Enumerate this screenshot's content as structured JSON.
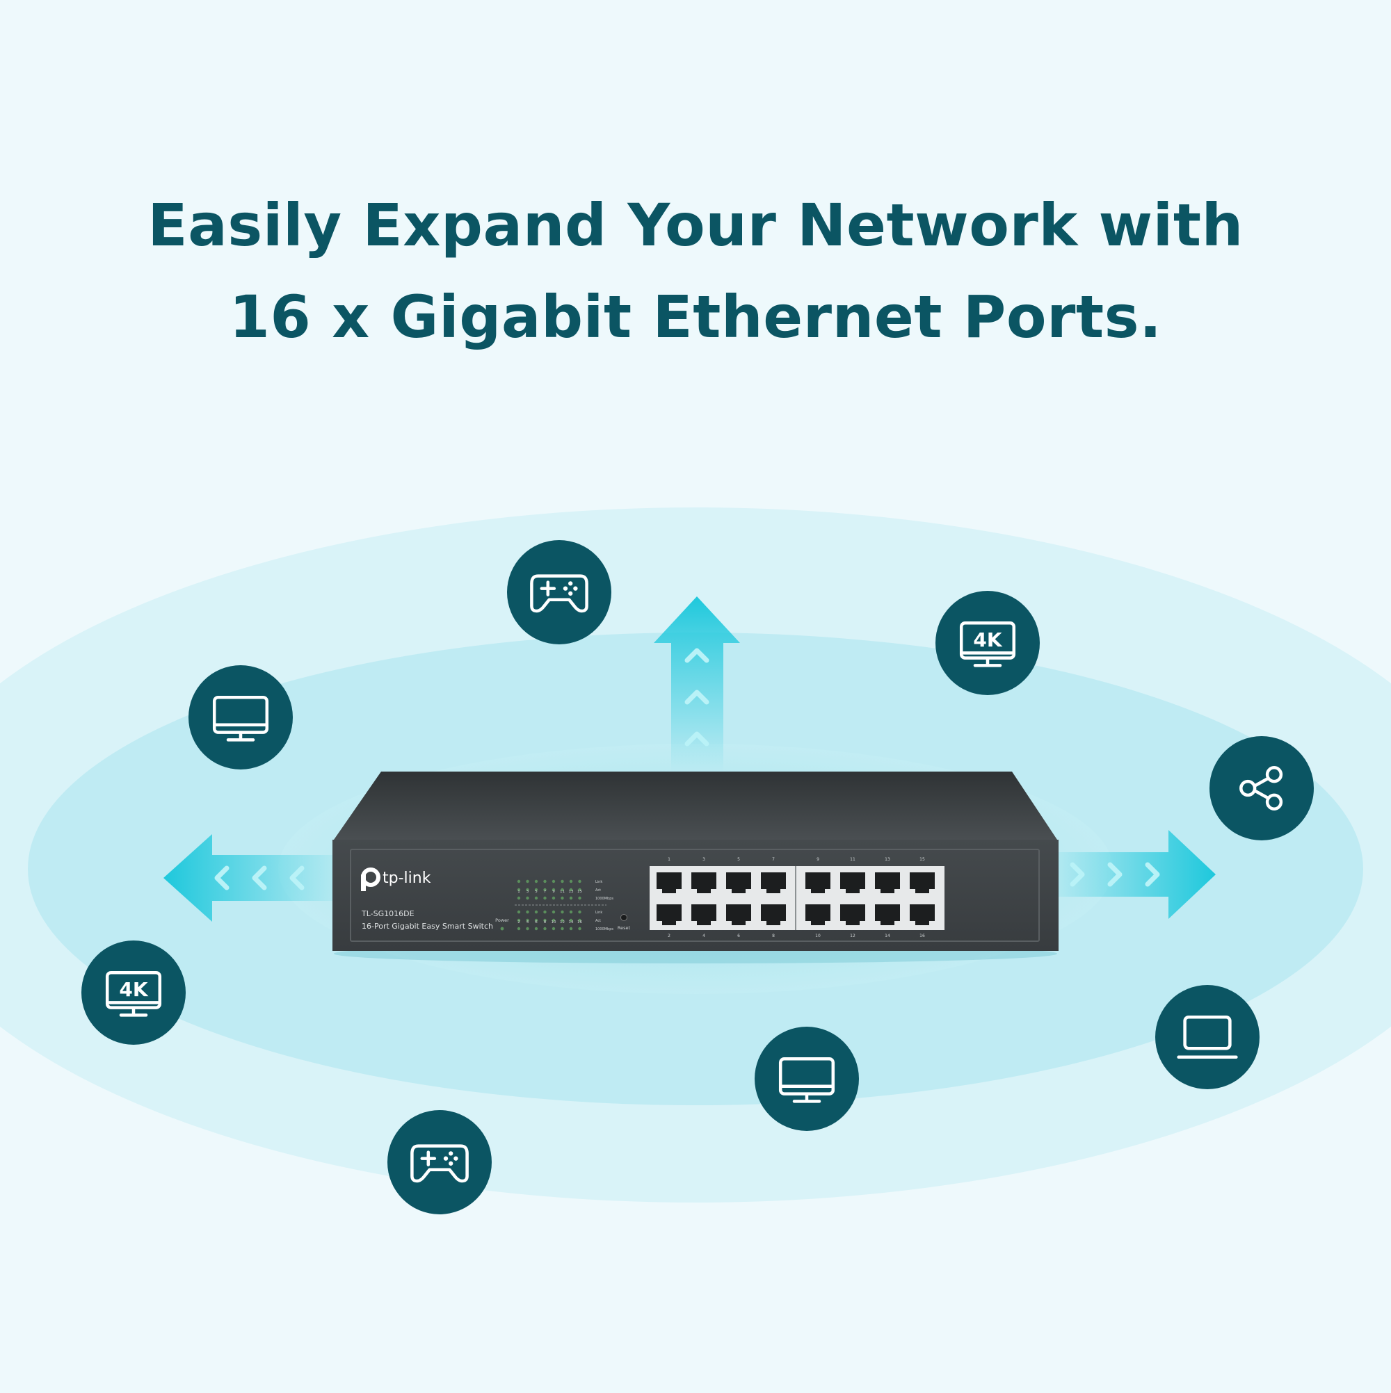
{
  "headline": {
    "line1": "Easily Expand Your Network with",
    "line2": "16 x Gigabit Ethernet Ports."
  },
  "colors": {
    "background": "#eef9fc",
    "headline": "#0b5563",
    "badge": "#0b5563",
    "arrow": "#1ec8dc",
    "switch_body": "#3b3f42"
  },
  "device_icons": [
    "gamepad-icon",
    "monitor-icon",
    "4k-monitor-icon",
    "share-icon",
    "4k-monitor-icon",
    "laptop-icon",
    "monitor-icon",
    "gamepad-icon"
  ],
  "badge_text": {
    "four_k": "4K"
  },
  "switch": {
    "brand": "tp-link",
    "model": "TL-SG1016DE",
    "description": "16-Port Gigabit Easy Smart Switch",
    "power_label": "Power",
    "reset_label": "Reset",
    "led_legend": [
      "Link",
      "Act",
      "1000Mbps"
    ],
    "led_top_numbers": [
      "1",
      "3",
      "5",
      "7",
      "9",
      "11",
      "13",
      "15"
    ],
    "led_bottom_numbers": [
      "2",
      "4",
      "6",
      "8",
      "10",
      "12",
      "14",
      "16"
    ],
    "port_top_numbers": [
      "1",
      "3",
      "5",
      "7",
      "9",
      "11",
      "13",
      "15"
    ],
    "port_bottom_numbers": [
      "2",
      "4",
      "6",
      "8",
      "10",
      "12",
      "14",
      "16"
    ]
  }
}
